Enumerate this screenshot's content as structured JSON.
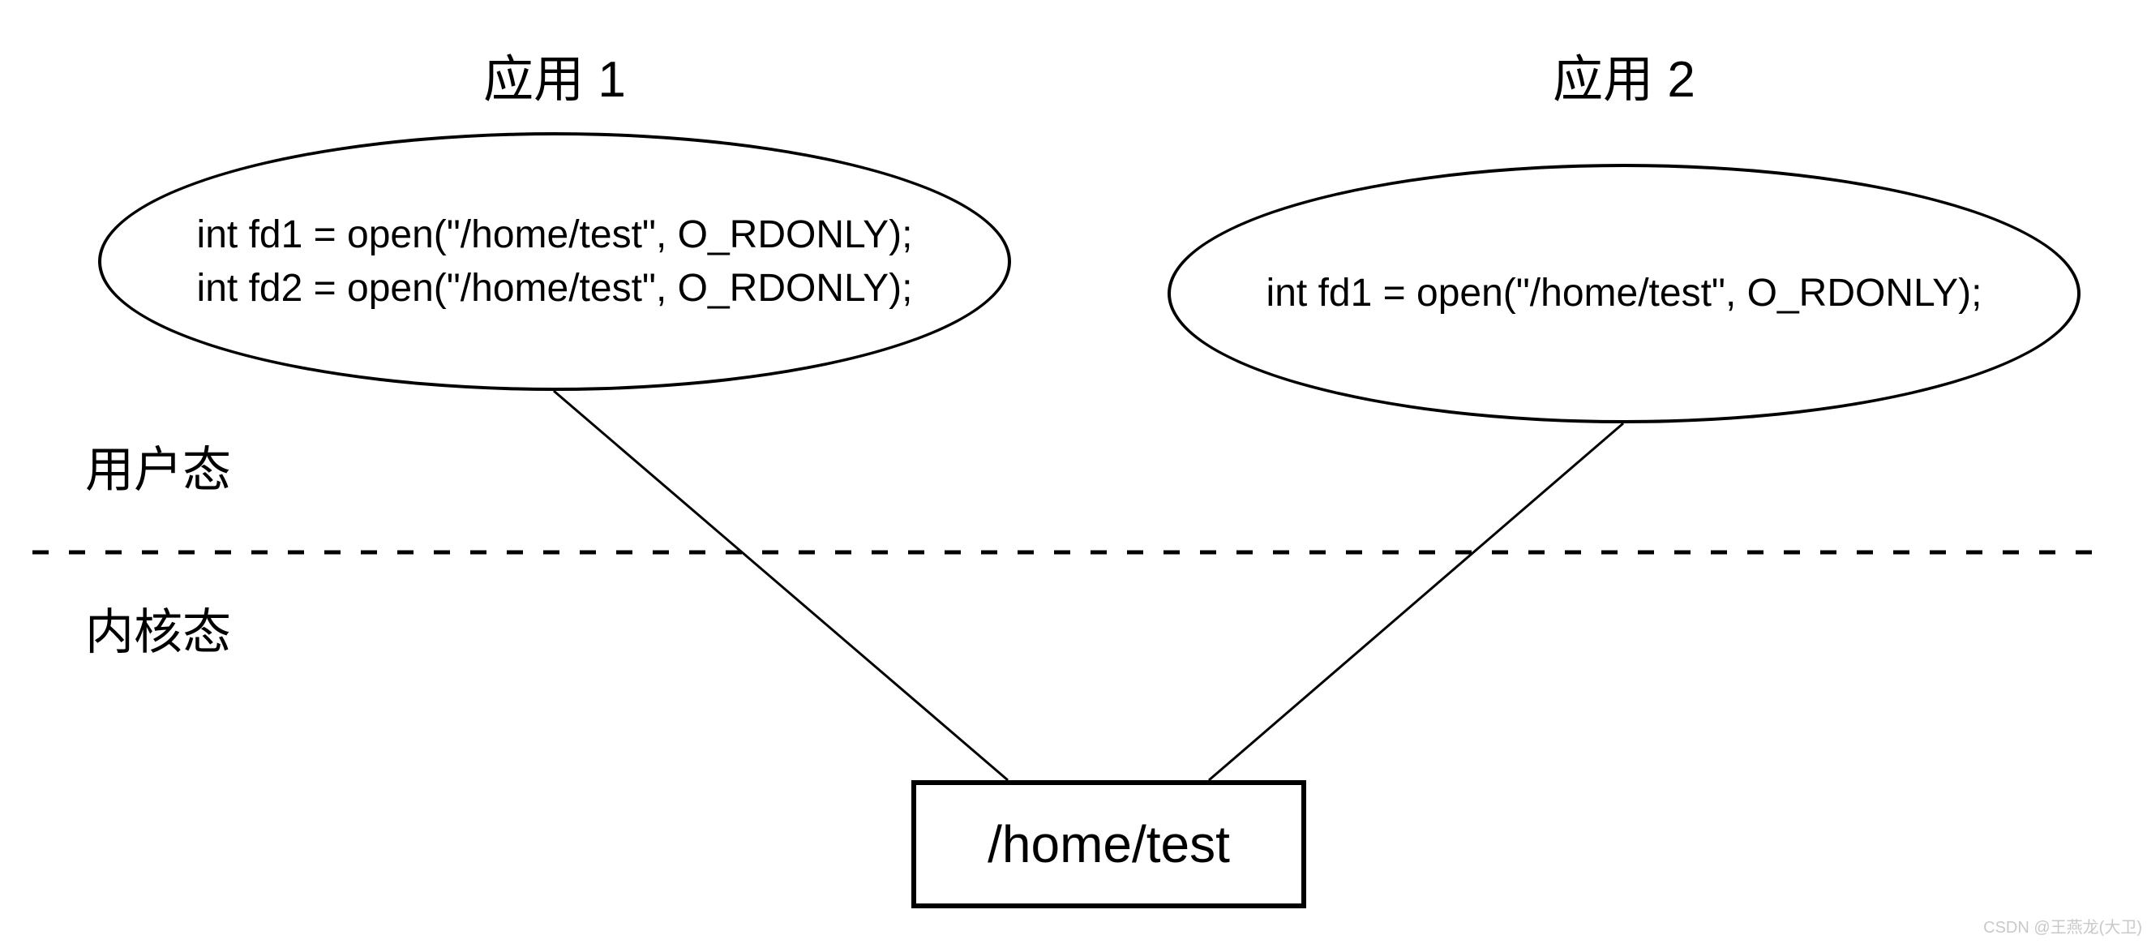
{
  "diagram": {
    "app1": {
      "title": "应用 1",
      "code_lines": [
        "int fd1 = open(\"/home/test\", O_RDONLY);",
        "int fd2 = open(\"/home/test\", O_RDONLY);"
      ]
    },
    "app2": {
      "title": "应用 2",
      "code_lines": [
        "int fd1 = open(\"/home/test\", O_RDONLY);"
      ]
    },
    "labels": {
      "user_mode": "用户态",
      "kernel_mode": "内核态"
    },
    "file_box": {
      "label": "/home/test"
    },
    "watermark": "CSDN @王燕龙(大卫)",
    "colors": {
      "stroke": "#000000",
      "background": "#ffffff",
      "watermark": "#c9c9c9"
    }
  }
}
